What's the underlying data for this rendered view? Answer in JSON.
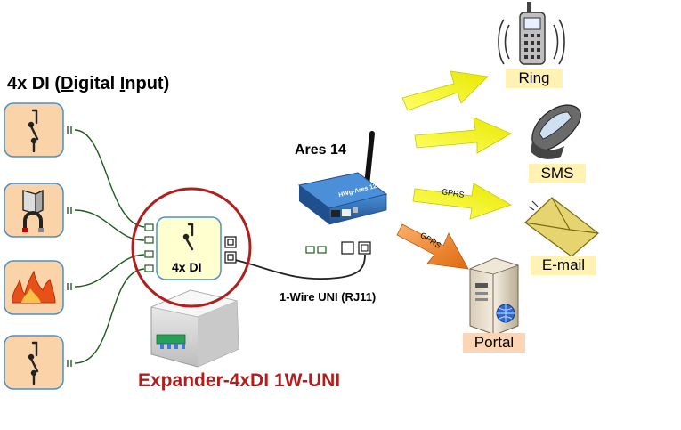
{
  "title": {
    "prefix": "4x DI (",
    "d_letter": "D",
    "mid": "igital ",
    "i_letter": "I",
    "suffix": "nput)"
  },
  "device": {
    "name": "Ares 14",
    "faceplate": "HWg-Ares 12"
  },
  "expander": {
    "name": "Expander-4xDI 1W-UNI",
    "module_label": "4x DI"
  },
  "bus_label": "1-Wire UNI (RJ11)",
  "channels": {
    "gprs_email": "GPRS",
    "gprs_portal": "GPRS"
  },
  "outputs": [
    {
      "label": "Ring",
      "bg": "#fff2b3"
    },
    {
      "label": "SMS",
      "bg": "#fff2b3"
    },
    {
      "label": "E-mail",
      "bg": "#fff2b3"
    },
    {
      "label": "Portal",
      "bg": "#fbd5b5"
    }
  ],
  "inputs": [
    {
      "icon": "switch-icon"
    },
    {
      "icon": "door-magnet-icon"
    },
    {
      "icon": "fire-icon"
    },
    {
      "icon": "switch-icon"
    }
  ],
  "colors": {
    "input_tile": "#fbd3a8",
    "module_tile": "#ffffd0",
    "circle": "#b01e1e",
    "expander_text": "#b01e1e",
    "wire": "#1e5a1e",
    "arrow_yellow": "#f4f400",
    "arrow_orange": "#f07a1a",
    "device_blue": "#2e6fb4"
  }
}
